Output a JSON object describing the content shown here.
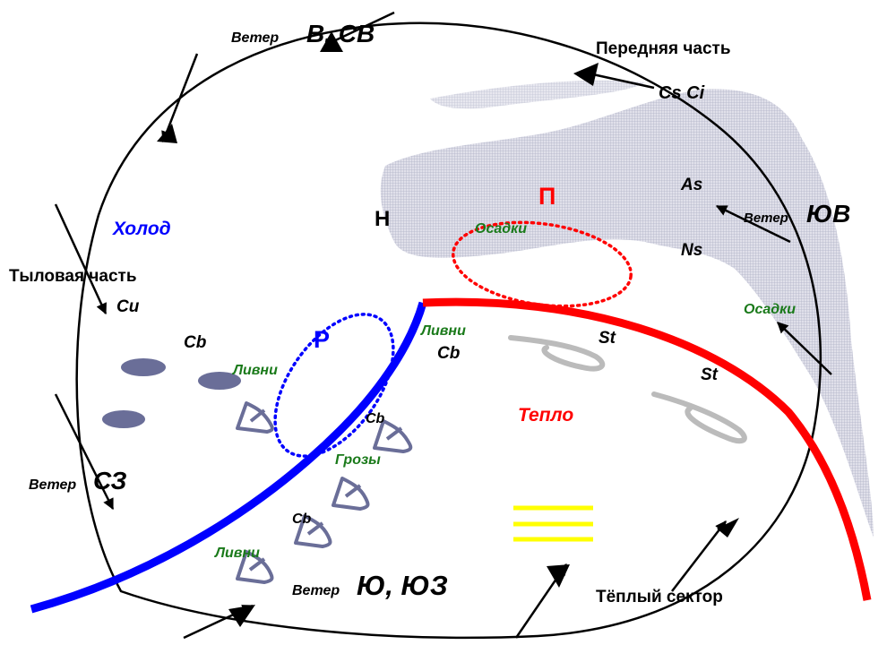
{
  "labels": {
    "wind_word": "Ветер",
    "wind_top": "В, СВ",
    "front_part": "Передняя часть",
    "cs_ci": "Cs Ci",
    "as": "As",
    "ns": "Ns",
    "wind_se": "ЮВ",
    "cold": "Холод",
    "low": "Н",
    "p_label": "П",
    "precip_main": "Осадки",
    "precip_right": "Осадки",
    "rear_part": "Тыловая часть",
    "cu": "Cu",
    "cb_left": "Cb",
    "r_label": "Р",
    "showers_1": "Ливни",
    "showers_2": "Ливни",
    "showers_3": "Ливни",
    "cb_front": "Cb",
    "st_1": "St",
    "st_2": "St",
    "warm": "Тепло",
    "cb_small_1": "Cb",
    "thunder": "Грозы",
    "cb_small_2": "Cb",
    "wind_nw": "СЗ",
    "wind_s": "Ю, ЮЗ",
    "warm_sector": "Тёплый сектор"
  },
  "colors": {
    "outline": "#000000",
    "cold_front": "#0000ff",
    "warm_front": "#ff0000",
    "cloud_band": "#c8cad8",
    "cumulonimbus": "#6a6e98",
    "stratus": "#bbbbbb",
    "fog_lines": "#ffff00",
    "precip_green": "#1a7a1a",
    "cold_text": "#0000ff",
    "warm_text": "#ff0000"
  }
}
